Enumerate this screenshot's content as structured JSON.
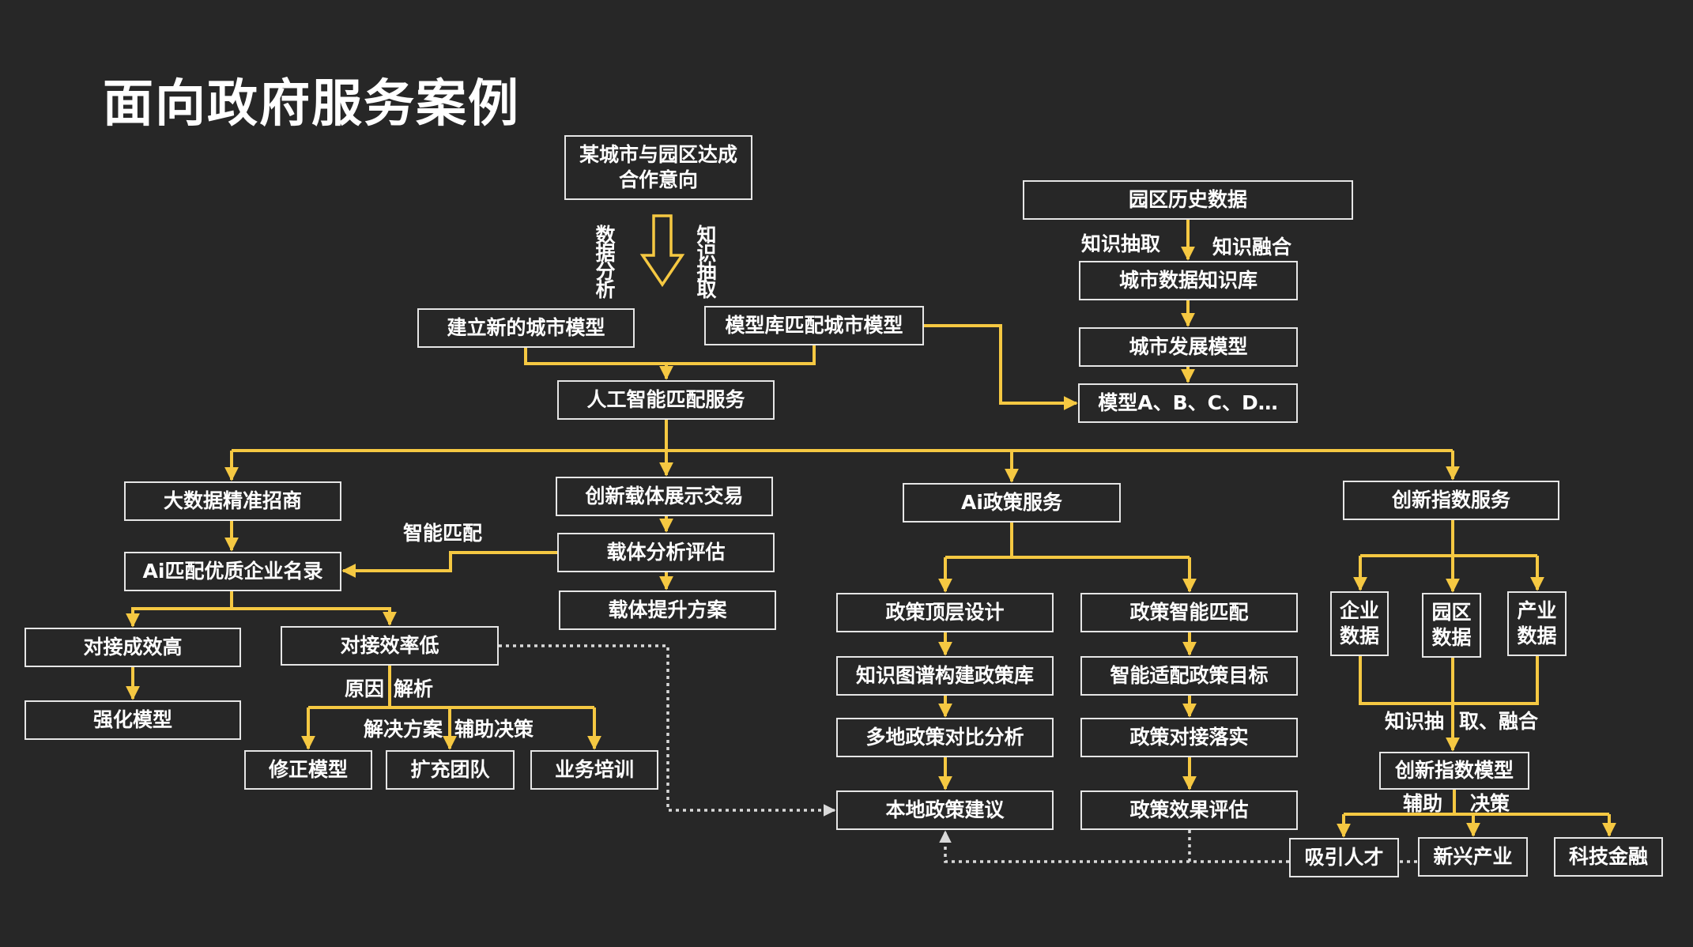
{
  "title": "面向政府服务案例",
  "colors": {
    "background": "#272727",
    "connector": "#f5c842",
    "dotted": "#d9d9d9",
    "box_border": "#e6e6e6",
    "text": "#ffffff"
  },
  "nodes": {
    "city_park": "某城市与园区达成合作意向",
    "new_model": "建立新的城市模型",
    "lib_match": "模型库匹配城市模型",
    "ai_match": "人工智能匹配服务",
    "park_history": "园区历史数据",
    "knowledge_base": "城市数据知识库",
    "dev_model": "城市发展模型",
    "models_abcd": "模型A、B、C、D…",
    "bigdata": "大数据精准招商",
    "ai_list": "Ai匹配优质企业名录",
    "high_eff": "对接成效高",
    "strengthen": "强化模型",
    "low_eff": "对接效率低",
    "fix_model": "修正模型",
    "expand_team": "扩充团队",
    "training": "业务培训",
    "carrier_show": "创新载体展示交易",
    "carrier_eval": "载体分析评估",
    "carrier_plan": "载体提升方案",
    "ai_policy": "Ai政策服务",
    "policy_top": "政策顶层设计",
    "kg_policy": "知识图谱构建政策库",
    "multi_compare": "多地政策对比分析",
    "local_advice": "本地政策建议",
    "policy_match": "政策智能匹配",
    "smart_target": "智能适配政策目标",
    "policy_land": "政策对接落实",
    "policy_eval": "政策效果评估",
    "index_service": "创新指数服务",
    "enterprise_data": "企业数据",
    "park_data": "园区数据",
    "industry_data": "产业数据",
    "index_model": "创新指数模型",
    "talent": "吸引人才",
    "emerging": "新兴产业",
    "fintech": "科技金融"
  },
  "labels": {
    "data_analysis": "数据分析",
    "knowledge_extract_v": "知识抽取",
    "knowledge_extract": "知识抽取",
    "knowledge_fusion": "知识融合",
    "smart_match": "智能匹配",
    "reason": "原因",
    "analysis": "解析",
    "solution": "解决方案",
    "assist_decision": "辅助决策",
    "extract_fuse_a": "知识抽",
    "extract_fuse_b": "取、融合",
    "assist": "辅助",
    "decide": "决策"
  }
}
